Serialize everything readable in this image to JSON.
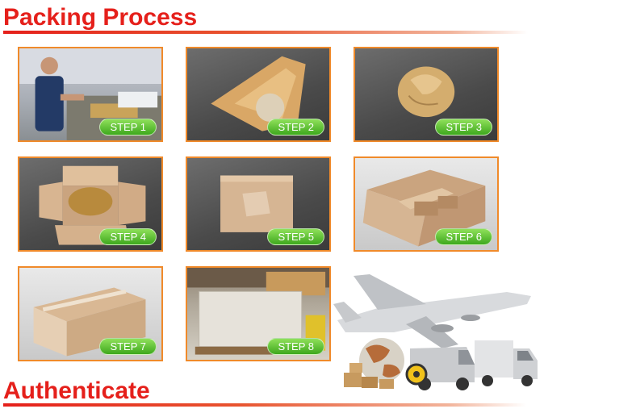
{
  "headings": {
    "packing": "Packing Process",
    "authenticate": "Authenticate"
  },
  "steps": [
    {
      "label": "STEP 1"
    },
    {
      "label": "STEP 2"
    },
    {
      "label": "STEP 3"
    },
    {
      "label": "STEP 4"
    },
    {
      "label": "STEP 5"
    },
    {
      "label": "STEP 6"
    },
    {
      "label": "STEP 7"
    },
    {
      "label": "STEP 8"
    }
  ],
  "colors": {
    "heading": "#e5201b",
    "frame": "#f08a2a",
    "badge": "#4cb526"
  }
}
